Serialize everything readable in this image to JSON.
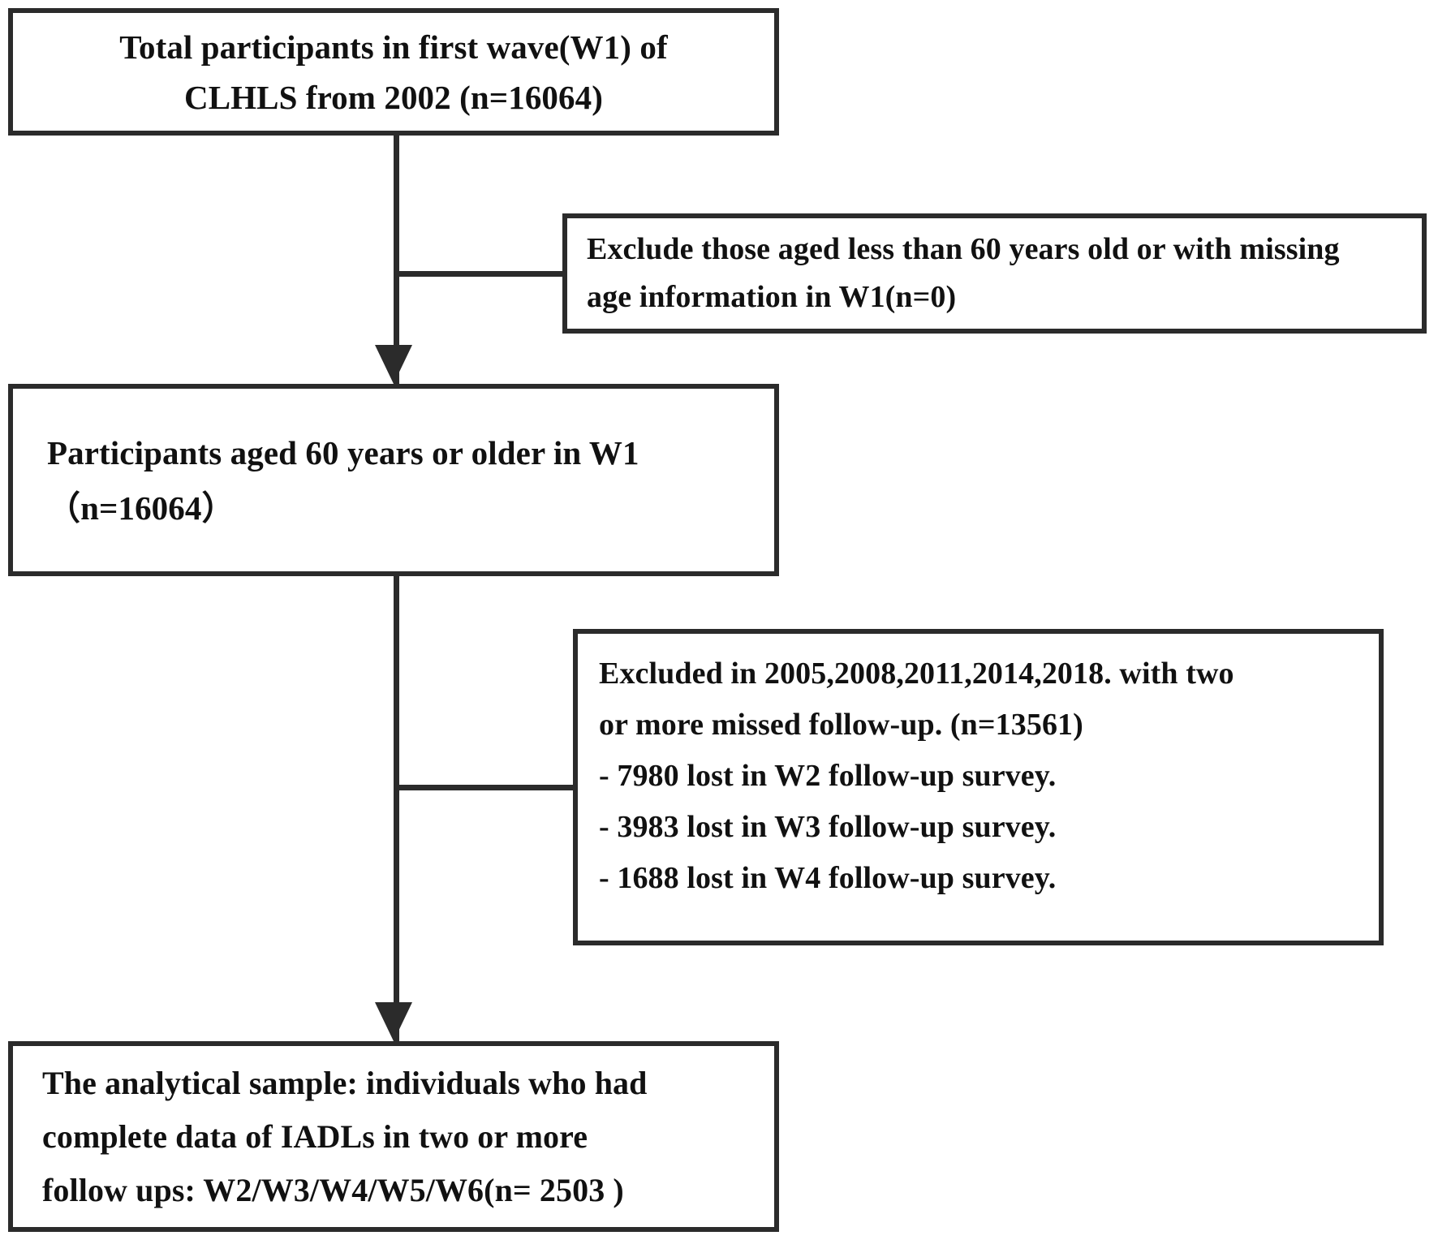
{
  "diagram": {
    "title": "CLHLS participant selection flowchart",
    "stroke_color": "#2b2b2b",
    "background_color": "#ffffff",
    "nodes": {
      "total_participants": {
        "lines": [
          "Total participants in first wave(W1) of",
          "CLHLS from 2002 (n=16064)"
        ]
      },
      "exclude_age": {
        "lines": [
          "Exclude those aged less than 60 years old or with missing",
          "age information in W1(n=0)"
        ]
      },
      "aged_60_or_older": {
        "lines": [
          "Participants aged 60 years or older in W1",
          "（n=16064）"
        ]
      },
      "exclude_followup": {
        "lines": [
          "Excluded in 2005,2008,2011,2014,2018. with two",
          "or more missed follow-up. (n=13561)",
          "- 7980 lost in W2 follow-up survey.",
          "- 3983 lost in W3 follow-up survey.",
          "- 1688 lost in W4 follow-up survey."
        ]
      },
      "analytical_sample": {
        "lines": [
          "The analytical sample: individuals who had",
          "complete data of IADLs in two or more",
          "follow ups: W2/W3/W4/W5/W6(n= 2503 )"
        ]
      }
    },
    "connectors": [
      {
        "name": "trunk-total-to-aged60",
        "kind": "vertical-arrow"
      },
      {
        "name": "branch-to-exclude-age",
        "kind": "horizontal"
      },
      {
        "name": "trunk-aged60-to-sample",
        "kind": "vertical-arrow"
      },
      {
        "name": "branch-to-exclude-followup",
        "kind": "horizontal"
      }
    ]
  }
}
